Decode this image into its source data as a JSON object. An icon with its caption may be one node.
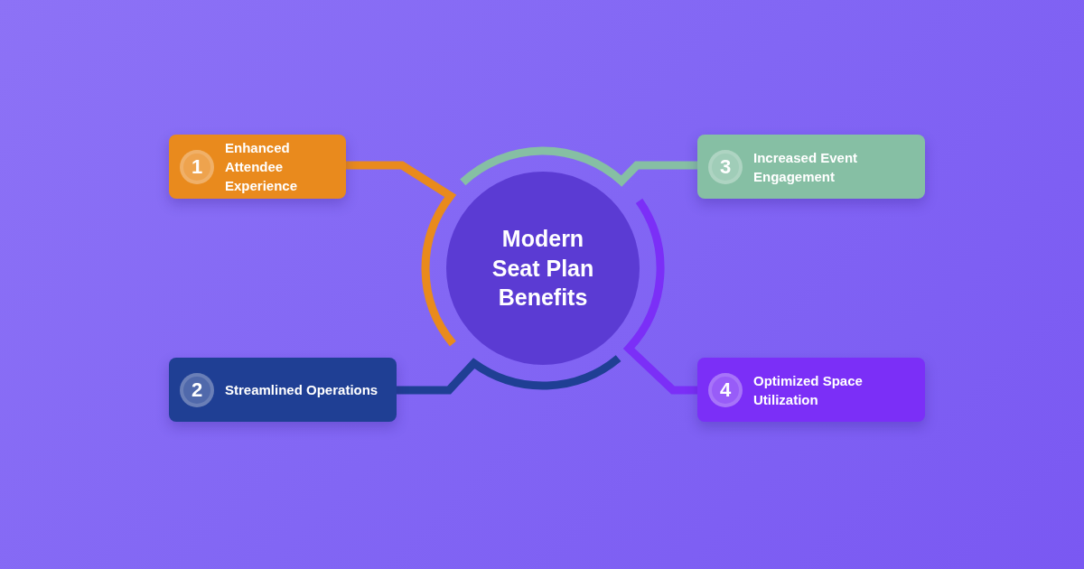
{
  "diagram": {
    "nodes": [
      {
        "text": [
          "Modern Seat Plan Benefits"
        ]
      },
      {
        "text": [
          "1",
          "Enhanced Attendee Experience"
        ]
      },
      {
        "text": [
          "2",
          "Streamlined Operations"
        ]
      },
      {
        "text": [
          "3",
          "Increased Event Engagement"
        ]
      },
      {
        "text": [
          "4",
          "Optimized Space Utilization"
        ]
      }
    ],
    "edges": [
      {
        "from": 1,
        "to": 0,
        "arrow": "none",
        "color": "#e98a1d"
      },
      {
        "from": 2,
        "to": 0,
        "arrow": "none",
        "color": "#1f3f94"
      },
      {
        "from": 3,
        "to": 0,
        "arrow": "none",
        "color": "#86bfa4"
      },
      {
        "from": 4,
        "to": 0,
        "arrow": "none",
        "color": "#7b2ff7"
      }
    ]
  }
}
